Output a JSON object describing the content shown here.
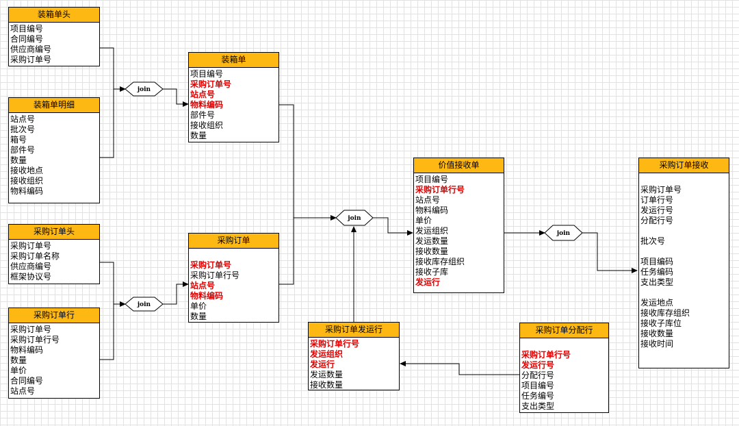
{
  "colors": {
    "header": "#fdb813",
    "key_field": "#e00000",
    "border": "#000000"
  },
  "join_label": "join",
  "entities": [
    {
      "id": "packing-header",
      "title": "装箱单头",
      "fields": [
        {
          "text": "项目编号"
        },
        {
          "text": "合同编号"
        },
        {
          "text": "供应商编号"
        },
        {
          "text": "采购订单号"
        }
      ]
    },
    {
      "id": "packing-detail",
      "title": "装箱单明细",
      "fields": [
        {
          "text": "站点号"
        },
        {
          "text": "批次号"
        },
        {
          "text": "箱号"
        },
        {
          "text": "部件号"
        },
        {
          "text": "数量"
        },
        {
          "text": "接收地点"
        },
        {
          "text": "接收组织"
        },
        {
          "text": "物料编码"
        }
      ]
    },
    {
      "id": "po-header",
      "title": "采购订单头",
      "fields": [
        {
          "text": "采购订单号"
        },
        {
          "text": "采购订单名称"
        },
        {
          "text": "供应商编号"
        },
        {
          "text": "框架协议号"
        }
      ]
    },
    {
      "id": "po-line",
      "title": "采购订单行",
      "fields": [
        {
          "text": "采购订单号"
        },
        {
          "text": "采购订单行号"
        },
        {
          "text": "物料编码"
        },
        {
          "text": "数量"
        },
        {
          "text": "单价"
        },
        {
          "text": "合同编号"
        },
        {
          "text": "站点号"
        }
      ]
    },
    {
      "id": "packing-list",
      "title": "装箱单",
      "fields": [
        {
          "text": "项目编号"
        },
        {
          "text": "采购订单号",
          "key": true
        },
        {
          "text": "站点号",
          "key": true
        },
        {
          "text": "物料编码",
          "key": true
        },
        {
          "text": "部件号"
        },
        {
          "text": "接收组织"
        },
        {
          "text": "数量"
        }
      ]
    },
    {
      "id": "purchase-order",
      "title": "采购订单",
      "fields": [
        {
          "gap": true
        },
        {
          "text": "采购订单号",
          "key": true
        },
        {
          "text": "采购订单行号"
        },
        {
          "text": "站点号",
          "key": true
        },
        {
          "text": "物料编码",
          "key": true
        },
        {
          "text": "单价"
        },
        {
          "text": "数量"
        }
      ]
    },
    {
      "id": "po-shipment",
      "title": "采购订单发运行",
      "fields": [
        {
          "text": "采购订单行号",
          "key": true
        },
        {
          "text": "发运组织",
          "key": true
        },
        {
          "text": "发运行",
          "key": true
        },
        {
          "text": "发运数量"
        },
        {
          "text": "接收数量"
        }
      ]
    },
    {
      "id": "po-distribution",
      "title": "采购订单分配行",
      "fields": [
        {
          "gap": true
        },
        {
          "text": "采购订单行号",
          "key": true
        },
        {
          "text": "发运行号",
          "key": true
        },
        {
          "text": "分配行号"
        },
        {
          "text": "项目编号"
        },
        {
          "text": "任务编号"
        },
        {
          "text": "支出类型"
        }
      ]
    },
    {
      "id": "valued-receipt",
      "title": "价值接收单",
      "fields": [
        {
          "text": "项目编号"
        },
        {
          "text": "采购订单行号",
          "key": true
        },
        {
          "text": "站点号"
        },
        {
          "text": "物料编码"
        },
        {
          "text": "单价"
        },
        {
          "text": "发运组织"
        },
        {
          "text": "发运数量"
        },
        {
          "text": "接收数量"
        },
        {
          "text": "接收库存组织"
        },
        {
          "text": "接收子库"
        },
        {
          "text": "发运行",
          "key": true
        }
      ]
    },
    {
      "id": "po-receipt",
      "title": "采购订单接收",
      "fields": [
        {
          "gap": true
        },
        {
          "text": "采购订单号"
        },
        {
          "text": "订单行号"
        },
        {
          "text": "发运行号"
        },
        {
          "text": "分配行号"
        },
        {
          "gap": true
        },
        {
          "text": "批次号"
        },
        {
          "gap": true
        },
        {
          "text": "项目编码"
        },
        {
          "text": "任务编码"
        },
        {
          "text": "支出类型"
        },
        {
          "gap": true
        },
        {
          "text": "发运地点"
        },
        {
          "text": "接收库存组织"
        },
        {
          "text": "接收子库位"
        },
        {
          "text": "接收数量"
        },
        {
          "text": "接收时间"
        }
      ]
    }
  ]
}
